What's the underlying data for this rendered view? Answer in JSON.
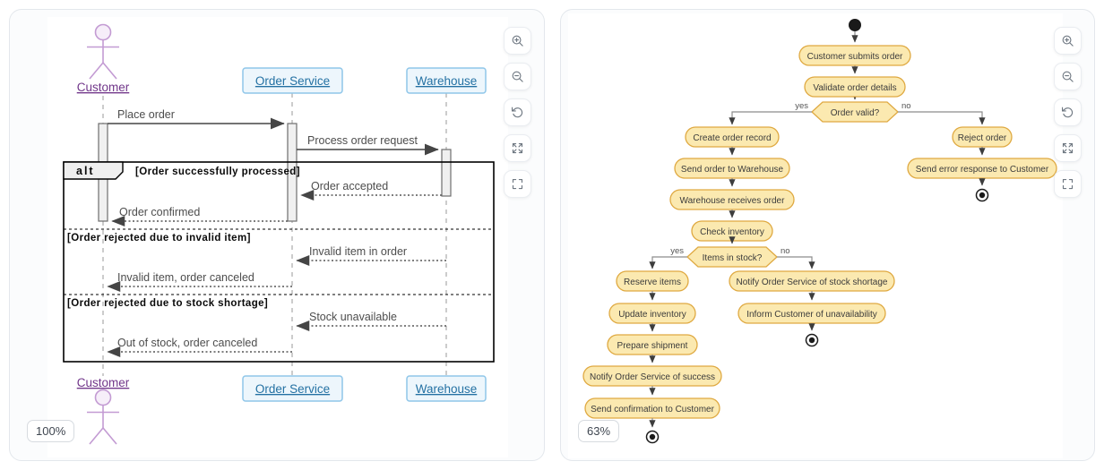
{
  "left_panel": {
    "zoom_label": "100%",
    "sequence": {
      "actor": "Customer",
      "participants": [
        "Order Service",
        "Warehouse"
      ],
      "alt_label": "alt",
      "guards": [
        "[Order successfully processed]",
        "[Order rejected due to invalid item]",
        "[Order rejected due to stock shortage]"
      ],
      "messages": [
        "Place order",
        "Process order request",
        "Order accepted",
        "Order confirmed",
        "Invalid item in order",
        "Invalid item, order canceled",
        "Stock unavailable",
        "Out of stock, order canceled"
      ]
    }
  },
  "right_panel": {
    "zoom_label": "63%",
    "activity": {
      "nodes": [
        "Customer submits order",
        "Validate order details",
        "Create order record",
        "Send order to Warehouse",
        "Warehouse receives order",
        "Check inventory",
        "Reserve items",
        "Update inventory",
        "Prepare shipment",
        "Notify Order Service of success",
        "Send confirmation to Customer",
        "Notify Order Service of stock shortage",
        "Inform Customer of unavailability",
        "Reject order",
        "Send error response to Customer"
      ],
      "decisions": [
        {
          "label": "Order valid?",
          "yes": "yes",
          "no": "no"
        },
        {
          "label": "Items in stock?",
          "yes": "yes",
          "no": "no"
        }
      ]
    }
  },
  "controls": {
    "icons": [
      "zoom-in",
      "zoom-out",
      "reset-view",
      "expand",
      "fullscreen"
    ]
  },
  "colors": {
    "activity_node_fill": "#fbe9b0",
    "activity_node_border": "#dfa941",
    "participant_fill": "#edf6fc",
    "participant_border": "#8fc6e9",
    "participant_text": "#2471a3",
    "actor_purple": "#c39bd3",
    "actor_text": "#71368a",
    "message_gray": "#4d4d4d"
  }
}
